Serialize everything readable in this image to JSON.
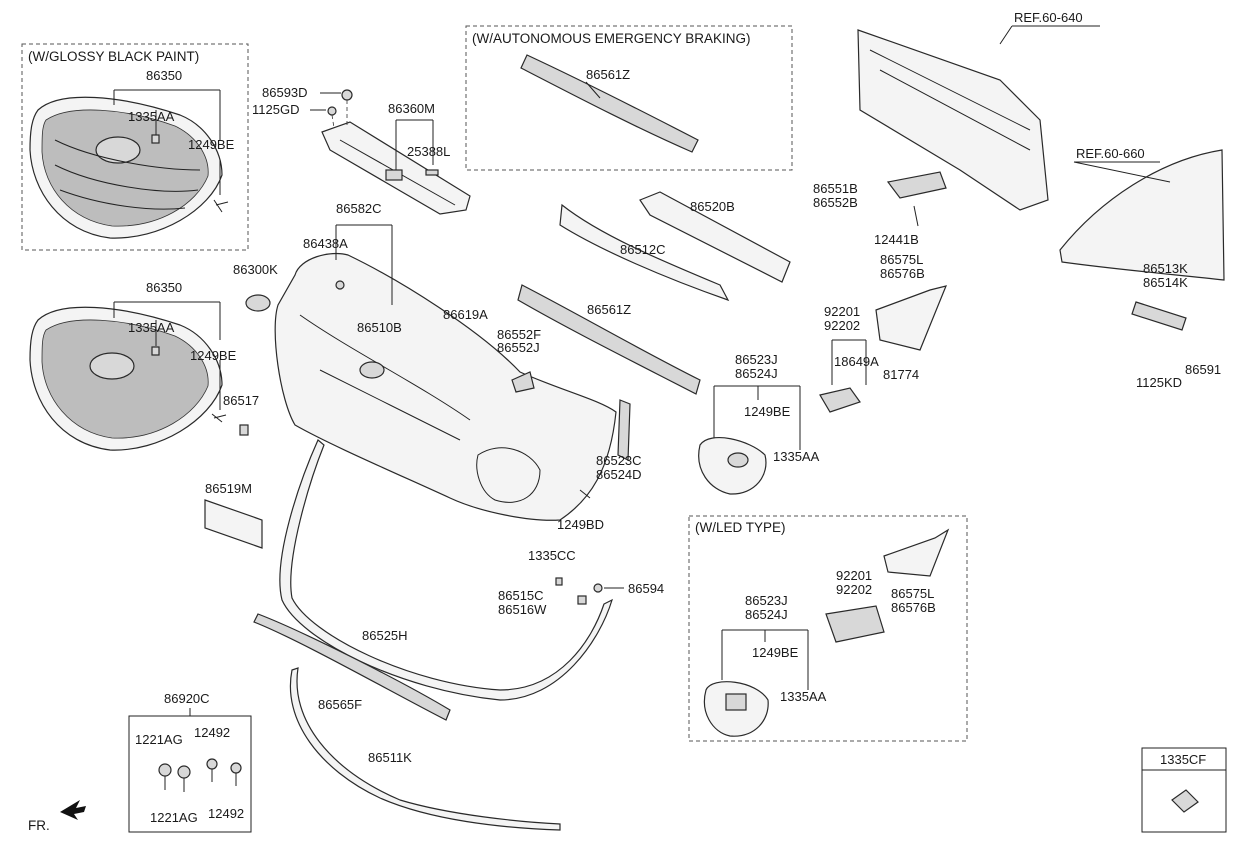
{
  "groups": {
    "glossy": "(W/GLOSSY BLACK PAINT)",
    "aeb": "(W/AUTONOMOUS EMERGENCY BRAKING)",
    "led": "(W/LED TYPE)"
  },
  "refs": {
    "ref1": "REF.60-640",
    "ref2": "REF.60-660"
  },
  "fr": "FR.",
  "labels": {
    "l86350a": "86350",
    "l1335AAa": "1335AA",
    "l1249BEa": "1249BE",
    "l86350b": "86350",
    "l1335AAb": "1335AA",
    "l1249BEb": "1249BE",
    "l86593D": "86593D",
    "l1125GD": "1125GD",
    "l86360M": "86360M",
    "l25388L": "25388L",
    "l86561Za": "86561Z",
    "l86582C": "86582C",
    "l86438A": "86438A",
    "l86300K": "86300K",
    "l86510B": "86510B",
    "l86619A": "86619A",
    "l86552F": "86552F",
    "l86552J": "86552J",
    "l86512C": "86512C",
    "l86520B": "86520B",
    "l86561Zb": "86561Z",
    "l86517": "86517",
    "l86519M": "86519M",
    "l86523C": "86523C",
    "l86524D": "86524D",
    "l1249BD": "1249BD",
    "l1335CC": "1335CC",
    "l86515C": "86515C",
    "l86516W": "86516W",
    "l86594": "86594",
    "l86525H": "86525H",
    "l86565F": "86565F",
    "l86511K": "86511K",
    "l86920C": "86920C",
    "l1221AGa": "1221AG",
    "l12492a": "12492",
    "l1221AGb": "1221AG",
    "l12492b": "12492",
    "l86551B": "86551B",
    "l86552B": "86552B",
    "l12441B": "12441B",
    "l86575La": "86575L",
    "l86576Ba": "86576B",
    "l92201a": "92201",
    "l92202a": "92202",
    "l18649A": "18649A",
    "l81774": "81774",
    "l86513K": "86513K",
    "l86514K": "86514K",
    "l86591": "86591",
    "l1125KD": "1125KD",
    "l86523Ja": "86523J",
    "l86524Ja": "86524J",
    "l1249BEc": "1249BE",
    "l1335AAc": "1335AA",
    "l92201b": "92201",
    "l92202b": "92202",
    "l86575Lb": "86575L",
    "l86576Bb": "86576B",
    "l86523Jb": "86523J",
    "l86524Jb": "86524J",
    "l1249BEd": "1249BE",
    "l1335AAd": "1335AA",
    "l1335CF": "1335CF"
  }
}
